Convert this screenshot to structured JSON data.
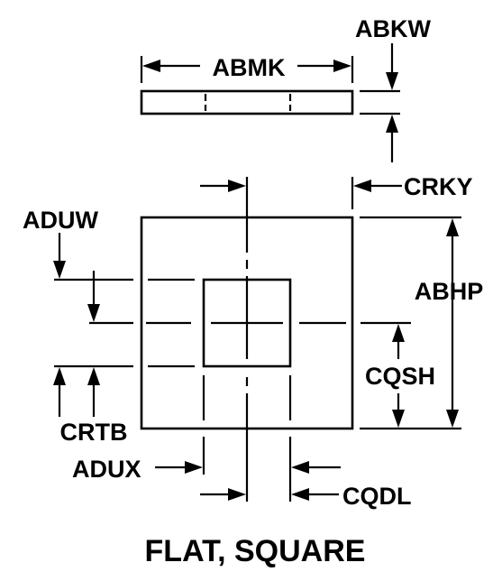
{
  "diagram": {
    "labels": {
      "abkw": "ABKW",
      "abmk": "ABMK",
      "crky": "CRKY",
      "aduw": "ADUW",
      "abhp": "ABHP",
      "cqsh": "CQSH",
      "crtb": "CRTB",
      "adux": "ADUX",
      "cqdl": "CQDL"
    },
    "caption": "FLAT, SQUARE"
  },
  "colors": {
    "ink": "#000000",
    "background": "#ffffff"
  }
}
